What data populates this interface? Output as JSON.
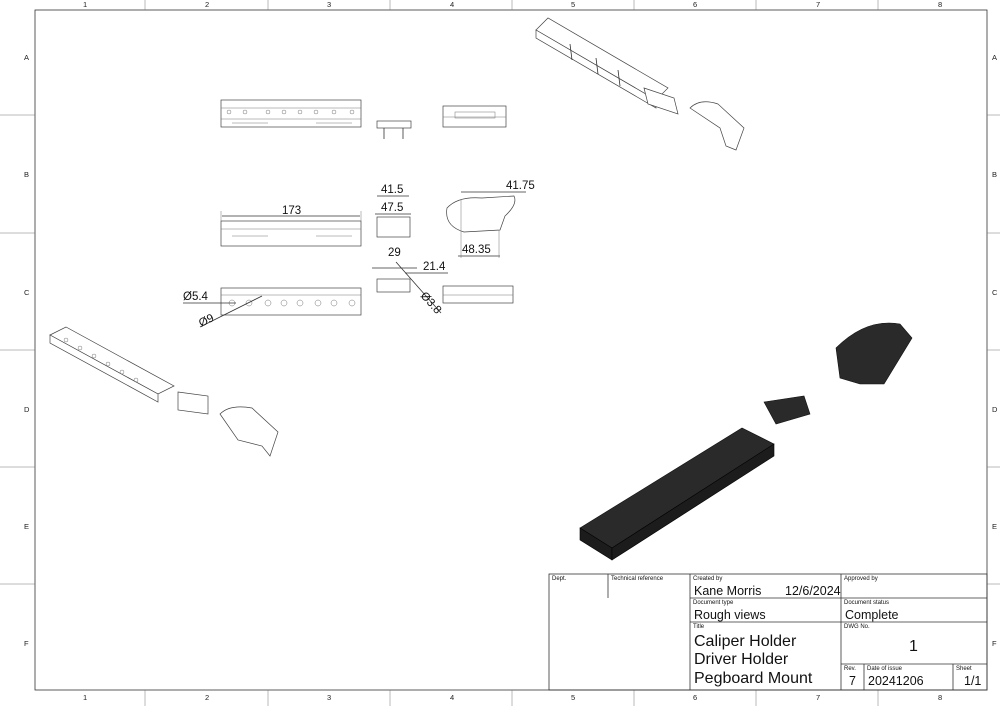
{
  "zones": {
    "columns": [
      "1",
      "2",
      "3",
      "4",
      "5",
      "6",
      "7",
      "8"
    ],
    "rows": [
      "A",
      "B",
      "C",
      "D",
      "E",
      "F"
    ]
  },
  "dimensions": {
    "length": "173",
    "width_outer": "41.5",
    "width_inner": "47.5",
    "peg_spacing": "29",
    "peg_offset": "21.4",
    "peg_diameter": "Ø3.8",
    "hole_small": "Ø5.4",
    "hole_large": "Ø9",
    "driver_width": "41.75",
    "driver_depth": "48.35"
  },
  "title_block": {
    "dept_label": "Dept.",
    "tech_ref_label": "Technical reference",
    "created_by_label": "Created by",
    "created_by": "Kane Morris",
    "created_date": "12/6/2024",
    "approved_by_label": "Approved by",
    "doc_type_label": "Document type",
    "doc_type": "Rough views",
    "doc_status_label": "Document status",
    "doc_status": "Complete",
    "title_label": "Title",
    "title_line1": "Caliper Holder",
    "title_line2": "Driver Holder",
    "title_line3": "Pegboard Mount",
    "dwg_no_label": "DWG No.",
    "dwg_no": "1",
    "rev_label": "Rev.",
    "rev": "7",
    "date_issue_label": "Date of issue",
    "date_issue": "20241206",
    "sheet_label": "Sheet",
    "sheet": "1/1"
  }
}
